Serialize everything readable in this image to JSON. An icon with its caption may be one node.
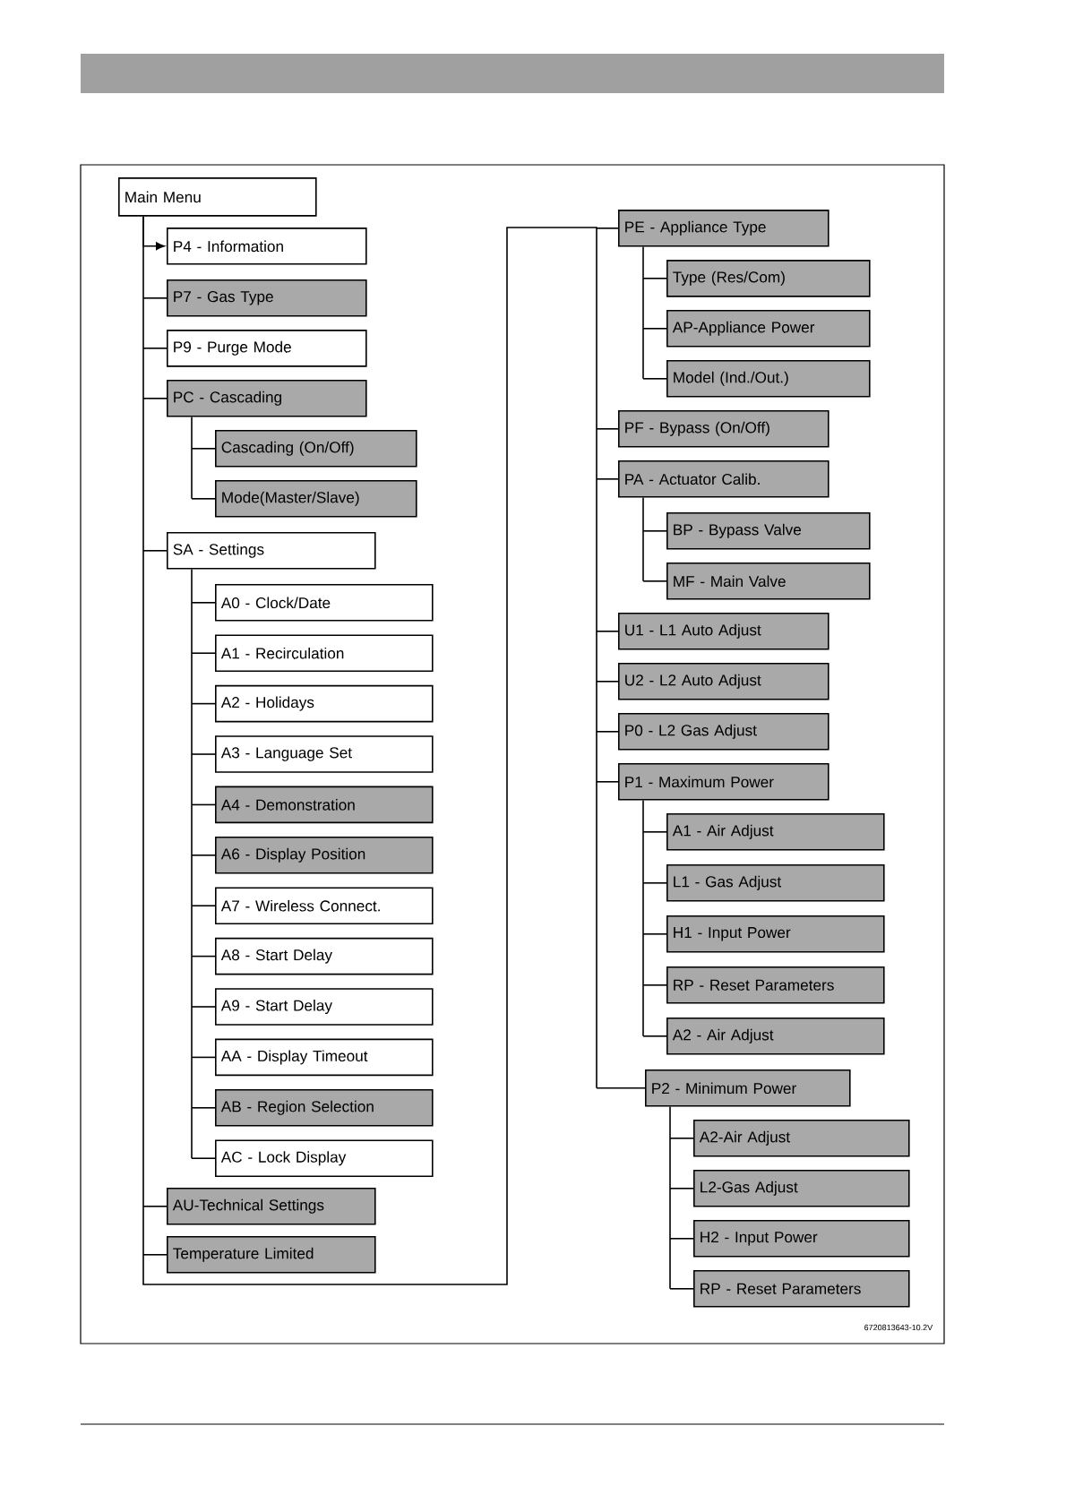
{
  "diagram": {
    "nodes": [
      {
        "text": [
          "Main Menu"
        ]
      },
      {
        "text": [
          "P4 - Information"
        ]
      },
      {
        "text": [
          "P7 - Gas Type"
        ]
      },
      {
        "text": [
          "P9 - Purge Mode"
        ]
      },
      {
        "text": [
          "PC - Cascading"
        ]
      },
      {
        "text": [
          "Cascading (On/Off)"
        ]
      },
      {
        "text": [
          "Mode(Master/Slave)"
        ]
      },
      {
        "text": [
          "SA - Settings"
        ]
      },
      {
        "text": [
          "A0 - Clock/Date"
        ]
      },
      {
        "text": [
          "A1 - Recirculation"
        ]
      },
      {
        "text": [
          "A2 - Holidays"
        ]
      },
      {
        "text": [
          "A3 - Language Set"
        ]
      },
      {
        "text": [
          "A4 - Demonstration"
        ]
      },
      {
        "text": [
          "A6 - Display Position"
        ]
      },
      {
        "text": [
          "A7 - Wireless Connect."
        ]
      },
      {
        "text": [
          "A8 - Start Delay"
        ]
      },
      {
        "text": [
          "A9 - Start Delay"
        ]
      },
      {
        "text": [
          "AA - Display Timeout"
        ]
      },
      {
        "text": [
          "AB - Region Selection"
        ]
      },
      {
        "text": [
          "AC - Lock Display"
        ]
      },
      {
        "text": [
          "AU-Technical Settings"
        ]
      },
      {
        "text": [
          "Temperature Limited"
        ]
      },
      {
        "text": [
          "PE - Appliance Type"
        ]
      },
      {
        "text": [
          "Type (Res/Com)"
        ]
      },
      {
        "text": [
          "AP-Appliance Power"
        ]
      },
      {
        "text": [
          "Model (Ind./Out.)"
        ]
      },
      {
        "text": [
          "PF - Bypass (On/Off)"
        ]
      },
      {
        "text": [
          "PA - Actuator Calib."
        ]
      },
      {
        "text": [
          "BP - Bypass Valve"
        ]
      },
      {
        "text": [
          "MF - Main Valve"
        ]
      },
      {
        "text": [
          "U1 - L1 Auto Adjust"
        ]
      },
      {
        "text": [
          "U2 - L2 Auto Adjust"
        ]
      },
      {
        "text": [
          "P0 - L2 Gas Adjust"
        ]
      },
      {
        "text": [
          "P1 - Maximum Power"
        ]
      },
      {
        "text": [
          "A1 - Air Adjust"
        ]
      },
      {
        "text": [
          "L1 - Gas Adjust"
        ]
      },
      {
        "text": [
          "H1 - Input Power"
        ]
      },
      {
        "text": [
          "RP - Reset Parameters"
        ]
      },
      {
        "text": [
          "A2 - Air Adjust"
        ]
      },
      {
        "text": [
          "P2 - Minimum Power"
        ]
      },
      {
        "text": [
          "A2-Air Adjust"
        ]
      },
      {
        "text": [
          "L2-Gas Adjust"
        ]
      },
      {
        "text": [
          "H2 - Input Power"
        ]
      },
      {
        "text": [
          "RP - Reset Parameters"
        ]
      }
    ],
    "edges": [
      {
        "from": 0,
        "to": 1,
        "arrow": "to"
      },
      {
        "from": 0,
        "to": 2,
        "arrow": "none"
      },
      {
        "from": 0,
        "to": 3,
        "arrow": "none"
      },
      {
        "from": 0,
        "to": 4,
        "arrow": "none"
      },
      {
        "from": 4,
        "to": 5,
        "arrow": "none"
      },
      {
        "from": 4,
        "to": 6,
        "arrow": "none"
      },
      {
        "from": 0,
        "to": 7,
        "arrow": "none"
      },
      {
        "from": 7,
        "to": 8,
        "arrow": "none"
      },
      {
        "from": 7,
        "to": 9,
        "arrow": "none"
      },
      {
        "from": 7,
        "to": 10,
        "arrow": "none"
      },
      {
        "from": 7,
        "to": 11,
        "arrow": "none"
      },
      {
        "from": 7,
        "to": 12,
        "arrow": "none"
      },
      {
        "from": 7,
        "to": 13,
        "arrow": "none"
      },
      {
        "from": 7,
        "to": 14,
        "arrow": "none"
      },
      {
        "from": 7,
        "to": 15,
        "arrow": "none"
      },
      {
        "from": 7,
        "to": 16,
        "arrow": "none"
      },
      {
        "from": 7,
        "to": 17,
        "arrow": "none"
      },
      {
        "from": 7,
        "to": 18,
        "arrow": "none"
      },
      {
        "from": 7,
        "to": 19,
        "arrow": "none"
      },
      {
        "from": 0,
        "to": 20,
        "arrow": "none"
      },
      {
        "from": 0,
        "to": 21,
        "arrow": "none"
      },
      {
        "from": 0,
        "to": 22,
        "arrow": "none"
      },
      {
        "from": 22,
        "to": 23,
        "arrow": "none"
      },
      {
        "from": 22,
        "to": 24,
        "arrow": "none"
      },
      {
        "from": 22,
        "to": 25,
        "arrow": "none"
      },
      {
        "from": 0,
        "to": 26,
        "arrow": "none"
      },
      {
        "from": 0,
        "to": 27,
        "arrow": "none"
      },
      {
        "from": 27,
        "to": 28,
        "arrow": "none"
      },
      {
        "from": 27,
        "to": 29,
        "arrow": "none"
      },
      {
        "from": 0,
        "to": 30,
        "arrow": "none"
      },
      {
        "from": 0,
        "to": 31,
        "arrow": "none"
      },
      {
        "from": 0,
        "to": 32,
        "arrow": "none"
      },
      {
        "from": 0,
        "to": 33,
        "arrow": "none"
      },
      {
        "from": 33,
        "to": 34,
        "arrow": "none"
      },
      {
        "from": 33,
        "to": 35,
        "arrow": "none"
      },
      {
        "from": 33,
        "to": 36,
        "arrow": "none"
      },
      {
        "from": 33,
        "to": 37,
        "arrow": "none"
      },
      {
        "from": 33,
        "to": 38,
        "arrow": "none"
      },
      {
        "from": 0,
        "to": 39,
        "arrow": "none"
      },
      {
        "from": 39,
        "to": 40,
        "arrow": "none"
      },
      {
        "from": 39,
        "to": 41,
        "arrow": "none"
      },
      {
        "from": 39,
        "to": 42,
        "arrow": "none"
      },
      {
        "from": 39,
        "to": 43,
        "arrow": "none"
      }
    ],
    "labels": [
      "6720813643-10.2V"
    ]
  }
}
